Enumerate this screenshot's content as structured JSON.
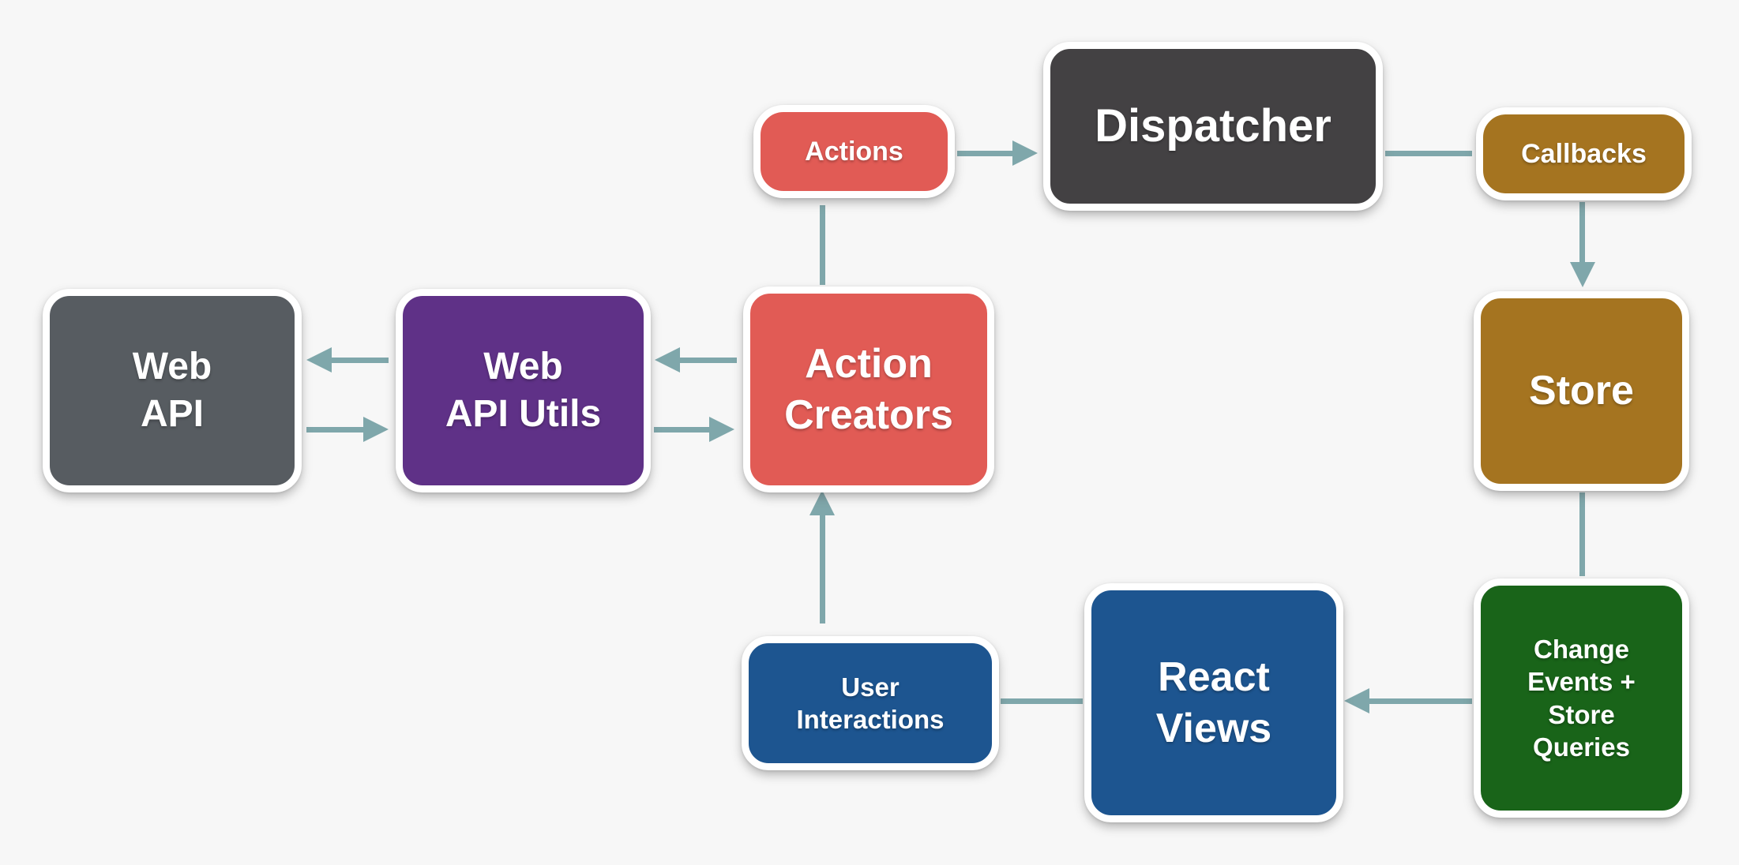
{
  "colors": {
    "background": "#F7F7F7",
    "arrow": "#7FA7AB",
    "node-border": "#FFFFFF",
    "node-text": "#FFFFFF"
  },
  "nodes": {
    "webapi": {
      "label": "Web\nAPI",
      "color": "#575C61"
    },
    "webapiutils": {
      "label": "Web\nAPI Utils",
      "color": "#5F3187"
    },
    "actioncreators": {
      "label": "Action\nCreators",
      "color": "#E15B55"
    },
    "actions": {
      "label": "Actions",
      "color": "#E15B55"
    },
    "dispatcher": {
      "label": "Dispatcher",
      "color": "#434143"
    },
    "callbacks": {
      "label": "Callbacks",
      "color": "#A57420"
    },
    "store": {
      "label": "Store",
      "color": "#A57420"
    },
    "changeevents": {
      "label": "Change\nEvents +\nStore\nQueries",
      "color": "#196419"
    },
    "reactviews": {
      "label": "React\nViews",
      "color": "#1D5590"
    },
    "userinteractions": {
      "label": "User\nInteractions",
      "color": "#1D5590"
    }
  },
  "connectors": [
    {
      "name": "actions-to-dispatcher",
      "from": "Actions",
      "to": "Dispatcher",
      "arrowhead": true
    },
    {
      "name": "dispatcher-to-callbacks",
      "from": "Dispatcher",
      "to": "Callbacks",
      "arrowhead": false
    },
    {
      "name": "callbacks-to-store",
      "from": "Callbacks",
      "to": "Store",
      "arrowhead": true
    },
    {
      "name": "store-to-change-events",
      "from": "Store",
      "to": "Change Events + Store Queries",
      "arrowhead": false
    },
    {
      "name": "change-events-to-react-views",
      "from": "Change Events + Store Queries",
      "to": "React Views",
      "arrowhead": true
    },
    {
      "name": "react-views-to-user-interactions",
      "from": "React Views",
      "to": "User Interactions",
      "arrowhead": false
    },
    {
      "name": "user-interactions-to-action-creators",
      "from": "User Interactions",
      "to": "Action Creators",
      "arrowhead": true
    },
    {
      "name": "action-creators-to-actions",
      "from": "Action Creators",
      "to": "Actions",
      "arrowhead": false
    },
    {
      "name": "action-creators-to-web-api-utils",
      "from": "Action Creators",
      "to": "Web API Utils",
      "arrowhead": true
    },
    {
      "name": "web-api-utils-to-action-creators",
      "from": "Web API Utils",
      "to": "Action Creators",
      "arrowhead": true
    },
    {
      "name": "web-api-utils-to-web-api",
      "from": "Web API Utils",
      "to": "Web API",
      "arrowhead": true
    },
    {
      "name": "web-api-to-web-api-utils",
      "from": "Web API",
      "to": "Web API Utils",
      "arrowhead": true
    }
  ]
}
